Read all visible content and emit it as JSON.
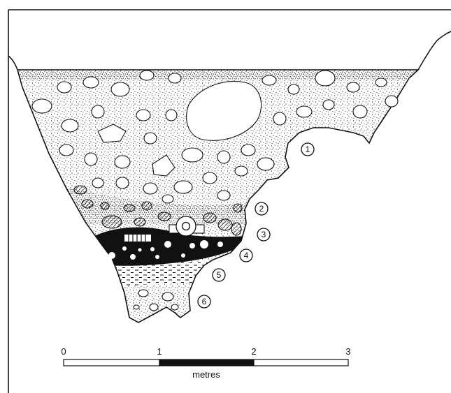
{
  "figure": {
    "kind": "archaeological section drawing",
    "colors": {
      "ink": "#111111",
      "paper": "#ffffff"
    }
  },
  "layers": [
    {
      "label": "1",
      "fill": "stippled soil with large stones"
    },
    {
      "label": "2",
      "fill": "stippled soil with hatched stones"
    },
    {
      "label": "3",
      "fill": "stippled soil with hatched stones"
    },
    {
      "label": "4",
      "fill": "black deposit with bones and pottery"
    },
    {
      "label": "5",
      "fill": "dashed sandy silt"
    },
    {
      "label": "6",
      "fill": "stippled soil with small stones"
    }
  ],
  "scale_bar": {
    "tick_labels": [
      "0",
      "1",
      "2",
      "3"
    ],
    "unit_label": "metres",
    "segments": [
      "white",
      "black",
      "white"
    ]
  }
}
